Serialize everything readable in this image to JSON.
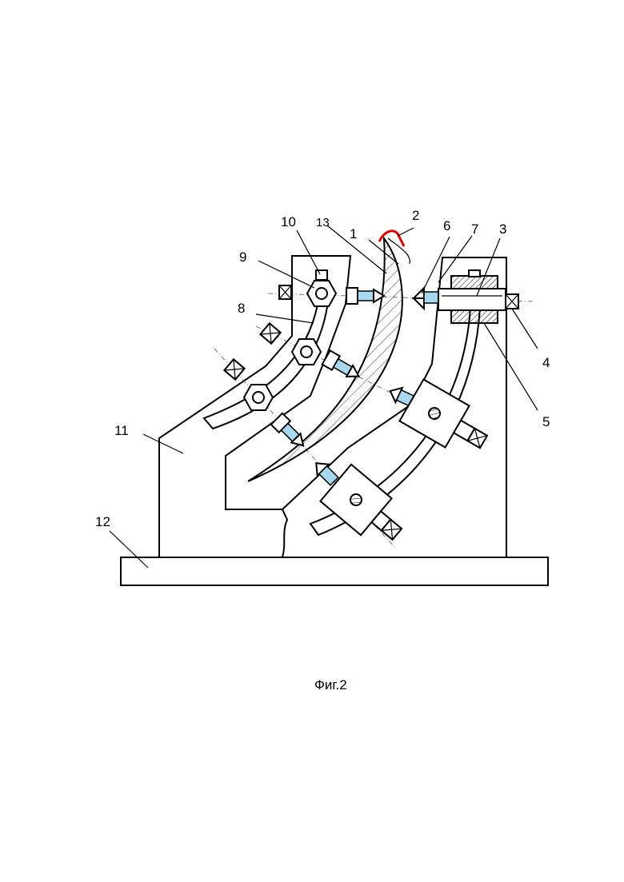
{
  "figure": {
    "caption": "Фиг.2",
    "colors": {
      "line": "#000000",
      "accent": "#e00000",
      "screw": "#a8d8ef",
      "hatch": "#000000"
    },
    "labels": [
      {
        "id": "label-1",
        "text": "1"
      },
      {
        "id": "label-2",
        "text": "2"
      },
      {
        "id": "label-3",
        "text": "3"
      },
      {
        "id": "label-4",
        "text": "4"
      },
      {
        "id": "label-5",
        "text": "5"
      },
      {
        "id": "label-6",
        "text": "6"
      },
      {
        "id": "label-7",
        "text": "7"
      },
      {
        "id": "label-8",
        "text": "8"
      },
      {
        "id": "label-9",
        "text": "9"
      },
      {
        "id": "label-10",
        "text": "10"
      },
      {
        "id": "label-11",
        "text": "11"
      },
      {
        "id": "label-12",
        "text": "12"
      },
      {
        "id": "label-13",
        "text": "13"
      }
    ]
  }
}
